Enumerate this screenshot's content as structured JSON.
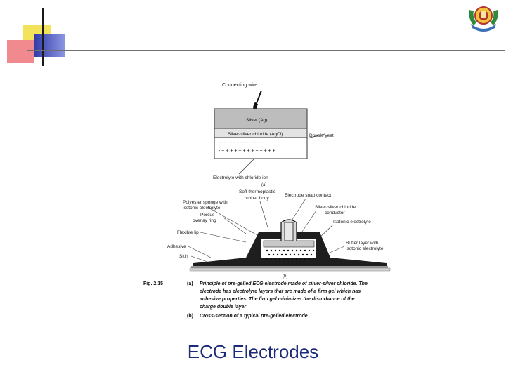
{
  "slide": {
    "caption": "ECG Electrodes"
  },
  "figure": {
    "part_a": {
      "connecting_wire": "Connecting wire",
      "silver_label": "Silver (Ag)",
      "agcl_label": "Silver-silver chloride (AgCl)",
      "double_layer": "Double yeat",
      "minus_row": "- - - - - - - - - - - - - - -",
      "plus_row": "- + + + + + + + + + + + + +",
      "electrolyte_label": "Electrolyte with chloride ion",
      "sub_label": "(a)"
    },
    "part_b": {
      "rubber_body": [
        "Soft thermoplastic",
        "rubber body"
      ],
      "snap_contact": "Electrode snap contact",
      "sponge": [
        "Polyester sponge with",
        "isotonic electrolyte"
      ],
      "silver_conductor": [
        "Silver-silver chloride",
        "conductor"
      ],
      "overlay_ring": [
        "Porcus",
        "overlay ring"
      ],
      "isotonic": "Isotonic electrolyte",
      "flexible_lip": "Flexible lip",
      "buffer_layer": [
        "Buffer layer with",
        "isotonic electrolyte"
      ],
      "adhesive": "Adhesive",
      "skin": "Skin",
      "sub_label": "(b)"
    },
    "fig_caption": {
      "number": "Fig. 2.15",
      "a_marker": "(a)",
      "a_lines": [
        "Principle of pre-gelled ECG electrode made of silver-silver chloride. The",
        "electrode has electrolyte layers that are made of a firm gel which has",
        "adhesive properties. The firm gel minimizes the disturbance of the",
        "charge double layer"
      ],
      "b_marker": "(b)",
      "b_line": "Cross-section of a typical pre-gelled electrode"
    }
  },
  "colors": {
    "caption_text": "#1c2a7a",
    "accent_yellow": "#f3e35a",
    "accent_red": "#f08a8f",
    "accent_blue": "#2f3aa8"
  }
}
